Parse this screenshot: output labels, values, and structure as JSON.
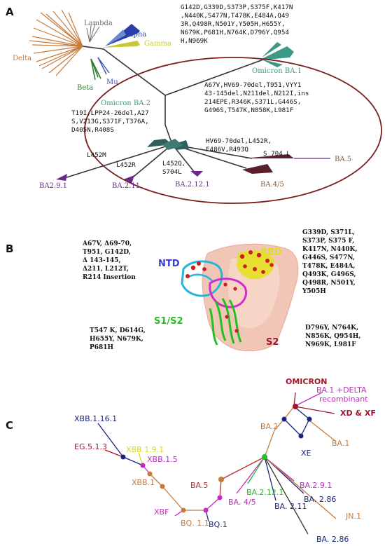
{
  "panels": {
    "a": "A",
    "b": "B",
    "c": "C"
  },
  "panel_a": {
    "variants": {
      "lambda": "Lambda",
      "alpha": "Alpha",
      "gamma": "Gamma",
      "delta": "Delta",
      "beta": "Beta",
      "mu": "Mu",
      "omicron_ba1": "Omicron BA.1",
      "omicron_ba2": "Omicron BA.2"
    },
    "colors": {
      "delta": "#c87a3a",
      "lambda": "#6b6b6b",
      "alpha": "#2c3fa8",
      "gamma": "#c8c832",
      "beta": "#2e7d32",
      "mu": "#3f51b5",
      "omicron": "#3a9a86",
      "ba2_hub": "#2f5f5a",
      "ellipse": "#7a1f1f",
      "purple": "#6a2a8c",
      "maroon": "#5a1f2c"
    },
    "mutations_top": [
      "G142D,G339D,S373P,S375F,K417N",
      ",N440K,S477N,T478K,E484A,Q49",
      "3R,Q498R,N501Y,Y505H,H655Y,",
      "N679K,P681H,N764K,D796Y,Q954",
      "H,N969K"
    ],
    "mutations_ba1": [
      "A67V,HV69-70del,T951,VYY1",
      "43-145del,N211del,N212I,ins",
      "214EPE,R346K,S371L,G446S,",
      "G496S,T547K,N858K,L981F"
    ],
    "mutations_ba2": [
      "T19I,LPP24-26del,A27",
      "S,V213G,S371F,T376A,",
      "D405N,R408S"
    ],
    "mutations_ba45": [
      "HV69-70del,L452R,",
      "F486V,R493Q"
    ],
    "branch_labels": {
      "l452m": "L452M",
      "l452r": "L452R",
      "l452q": "L452Q,",
      "s704l_a": "S704L",
      "s704l_b": "S 704 L"
    },
    "leaves": {
      "ba291": "BA2.9.1",
      "ba211": "BA.2.11",
      "ba2121": "BA.2.12.1",
      "ba45": "BA.4/5",
      "ba5": "BA.5"
    }
  },
  "panel_b": {
    "ntd_mutations": [
      "A67V, Δ69-70,",
      "T951,  G142D,",
      "Δ 143-145,",
      "Δ211, L212T,",
      "R214 Insertion"
    ],
    "rbd_mutations": [
      "G339D, S371L,",
      "S373P, S375 F,",
      "K417N, N440K,",
      "G446S, S477N,",
      "T478K, E484A,",
      "Q493K, G496S,",
      "Q498R, N501Y,",
      "Y505H"
    ],
    "s1s2_mutations": [
      "T547 K, D614G,",
      "H655Y, N679K,",
      "P681H"
    ],
    "s2_mutations": [
      "D796Y, N764K,",
      "N856K, Q954H,",
      "N969K, L981F"
    ],
    "domain_labels": {
      "ntd": "NTD",
      "rbd": "RBD",
      "s1s2": "S1/S2",
      "s2": "S2"
    },
    "colors": {
      "ntd": "#3a3ad8",
      "rbd": "#d8e020",
      "s1s2": "#22c022",
      "s2": "#a0162a"
    }
  },
  "panel_c": {
    "labels": {
      "omicron": "OMICRON",
      "ba1_delta": "BA.1 +DELTA",
      "recombinant": "recombinant",
      "xd_xf": "XD & XF",
      "ba2": "BA.2",
      "ba1": "BA.1",
      "xe": "XE",
      "xbb1161": "XBB.1.16.1",
      "eg513": "EG.5.1.3",
      "xbb191": "XBB.1.9.1",
      "xbb15": "XBB.1.5",
      "xbb1": "XBB.1",
      "ba5": "BA.5",
      "ba2121": "BA.2.12.1",
      "ba291": "BA.2.9.1",
      "ba45": "BA. 4/5",
      "ba211": "BA. 2.11",
      "ba286a": "BA. 2.86",
      "jn1": "JN.1",
      "xbf": "XBF",
      "bq11": "BQ. 1.1",
      "bq1": "BQ.1",
      "ba286b": "BA. 2.86"
    },
    "colors": {
      "maroon": "#a0162a",
      "magenta": "#c02cc0",
      "orange": "#c87a3a",
      "navy": "#1a237e",
      "green": "#22c022",
      "yellow": "#d8d820",
      "red": "#c0282c"
    }
  }
}
